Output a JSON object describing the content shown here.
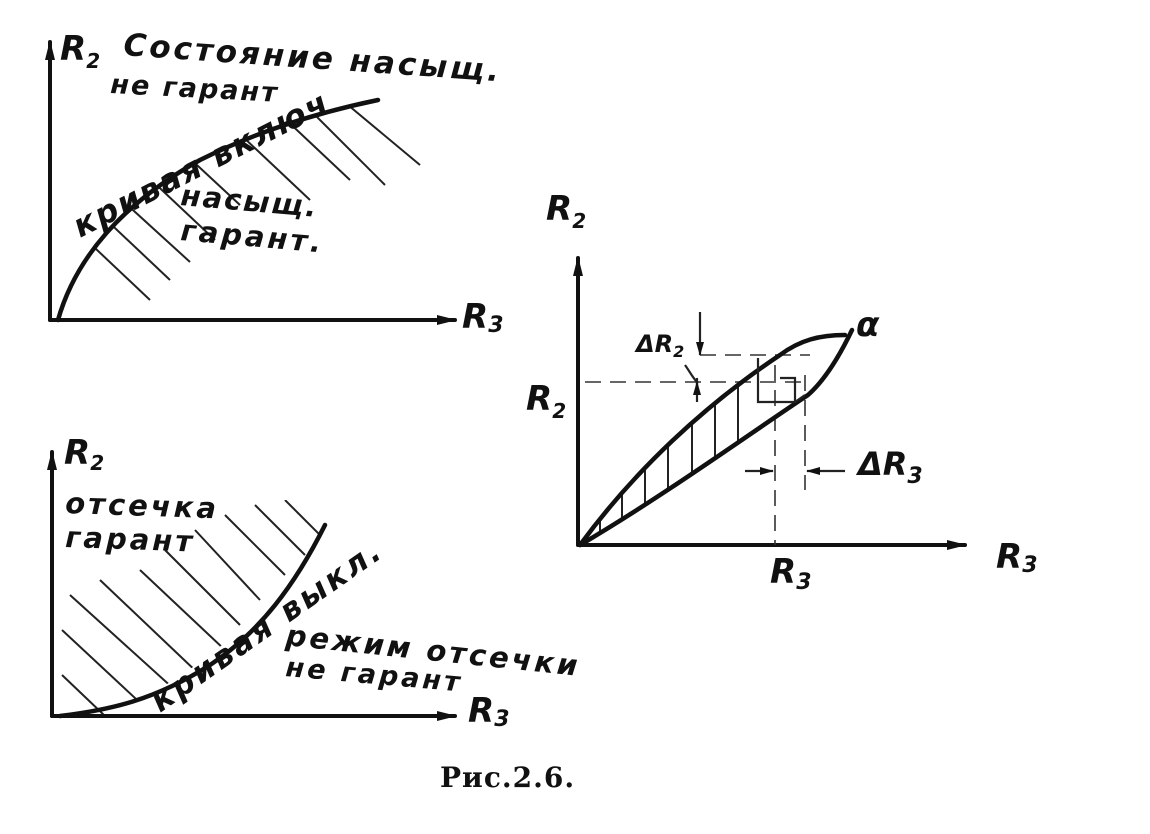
{
  "panel_top_left": {
    "y_axis": "R",
    "y_axis_sub": "2",
    "x_axis": "R",
    "x_axis_sub": "3",
    "text_line1": "Состояние насыщ.",
    "text_line2": "не гарант",
    "curve_label": "кривая включ",
    "region_line1": "насыщ.",
    "region_line2": "гарант."
  },
  "panel_bottom_left": {
    "y_axis": "R",
    "y_axis_sub": "2",
    "x_axis": "R",
    "x_axis_sub": "3",
    "region_line1": "отсечка",
    "region_line2": "гарант",
    "curve_label": "кривая выкл.",
    "text_line1": "режим отсечки",
    "text_line2": "не гарант"
  },
  "panel_right": {
    "y_axis": "R",
    "y_axis_sub": "2",
    "x_axis": "R",
    "x_axis_sub": "3",
    "delta_r2": "ΔR",
    "delta_r2_sub": "2",
    "r2_mark": "R",
    "r2_mark_sub": "2",
    "r3_mark": "R",
    "r3_mark_sub": "3",
    "delta_r3": "ΔR",
    "delta_r3_sub": "3",
    "alpha": "α"
  },
  "caption": "Рис.2.6."
}
